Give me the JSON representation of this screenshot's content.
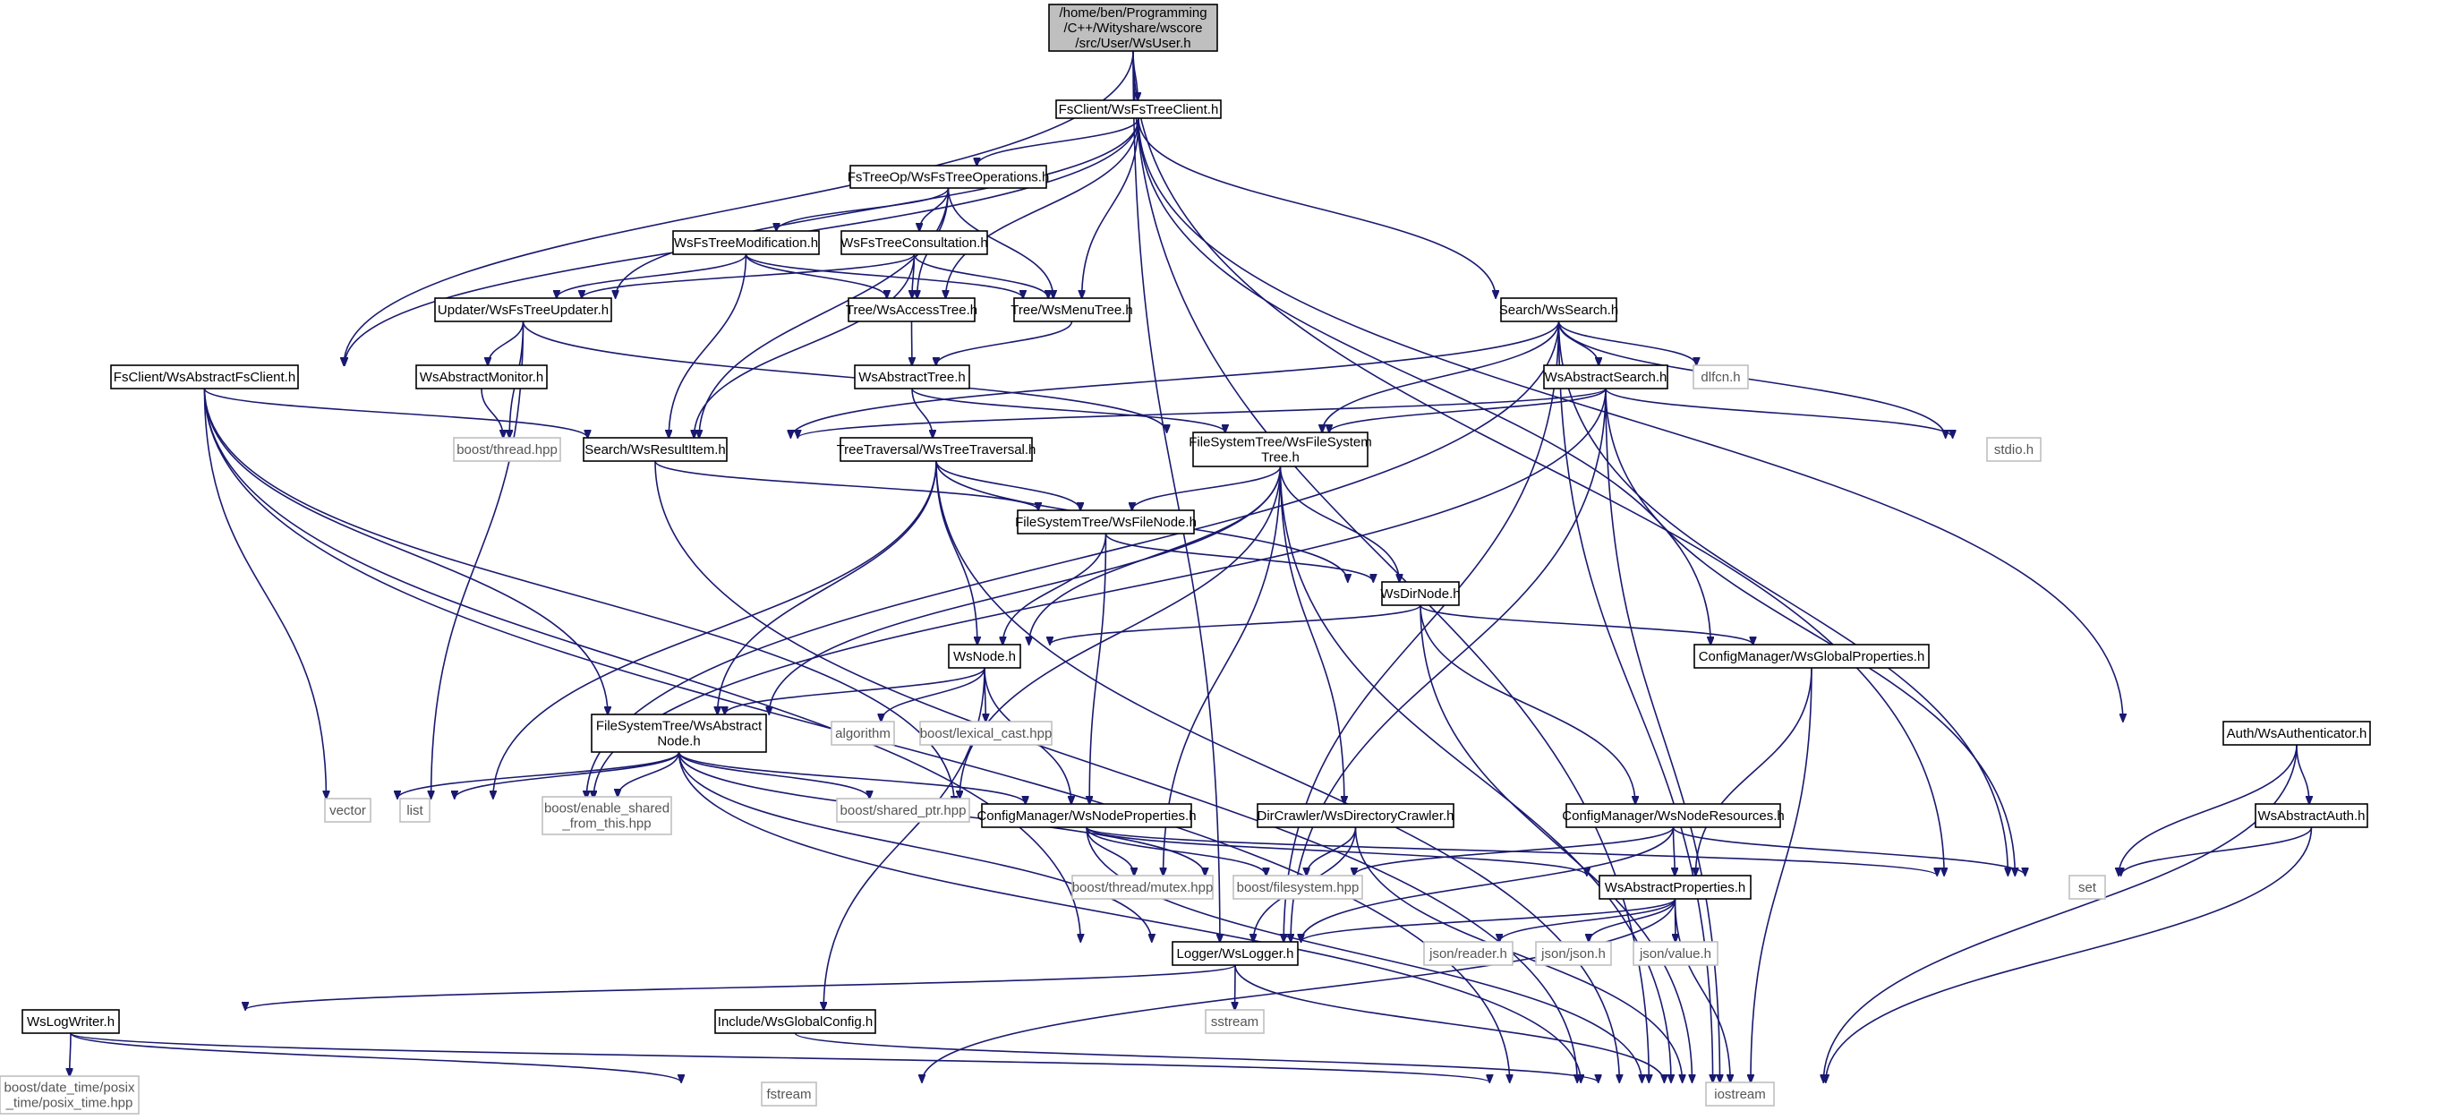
{
  "nodes": [
    {
      "id": "root",
      "lines": [
        "/home/ben/Programming",
        "/C++/Wityshare/wscore",
        "/src/User/WsUser.h"
      ],
      "kind": "root",
      "interactable": true
    },
    {
      "id": "fsclient-treeclient",
      "lines": [
        "FsClient/WsFsTreeClient.h"
      ],
      "kind": "local",
      "interactable": true
    },
    {
      "id": "fstreeop",
      "lines": [
        "FsTreeOp/WsFsTreeOperations.h"
      ],
      "kind": "local",
      "interactable": true
    },
    {
      "id": "treemodification",
      "lines": [
        "WsFsTreeModification.h"
      ],
      "kind": "local",
      "interactable": true
    },
    {
      "id": "treeconsultation",
      "lines": [
        "WsFsTreeConsultation.h"
      ],
      "kind": "local",
      "interactable": true
    },
    {
      "id": "updater",
      "lines": [
        "Updater/WsFsTreeUpdater.h"
      ],
      "kind": "local",
      "interactable": true
    },
    {
      "id": "accesstree",
      "lines": [
        "Tree/WsAccessTree.h"
      ],
      "kind": "local",
      "interactable": true
    },
    {
      "id": "menutree",
      "lines": [
        "Tree/WsMenuTree.h"
      ],
      "kind": "local",
      "interactable": true
    },
    {
      "id": "search",
      "lines": [
        "Search/WsSearch.h"
      ],
      "kind": "local",
      "interactable": true
    },
    {
      "id": "abstractfsclient",
      "lines": [
        "FsClient/WsAbstractFsClient.h"
      ],
      "kind": "local",
      "interactable": true
    },
    {
      "id": "abstractmonitor",
      "lines": [
        "WsAbstractMonitor.h"
      ],
      "kind": "local",
      "interactable": true
    },
    {
      "id": "abstracttree",
      "lines": [
        "WsAbstractTree.h"
      ],
      "kind": "local",
      "interactable": true
    },
    {
      "id": "abstractsearch",
      "lines": [
        "WsAbstractSearch.h"
      ],
      "kind": "local",
      "interactable": true
    },
    {
      "id": "dlfcn",
      "lines": [
        "dlfcn.h"
      ],
      "kind": "system",
      "interactable": false
    },
    {
      "id": "boostthread",
      "lines": [
        "boost/thread.hpp"
      ],
      "kind": "system",
      "interactable": false
    },
    {
      "id": "resultitem",
      "lines": [
        "Search/WsResultItem.h"
      ],
      "kind": "local",
      "interactable": true
    },
    {
      "id": "treetraversal",
      "lines": [
        "TreeTraversal/WsTreeTraversal.h"
      ],
      "kind": "local",
      "interactable": true
    },
    {
      "id": "filesystemtree",
      "lines": [
        "FileSystemTree/WsFileSystem",
        "Tree.h"
      ],
      "kind": "local",
      "interactable": true
    },
    {
      "id": "stdio",
      "lines": [
        "stdio.h"
      ],
      "kind": "system",
      "interactable": false
    },
    {
      "id": "filenode",
      "lines": [
        "FileSystemTree/WsFileNode.h"
      ],
      "kind": "local",
      "interactable": true
    },
    {
      "id": "dirnode",
      "lines": [
        "WsDirNode.h"
      ],
      "kind": "local",
      "interactable": true
    },
    {
      "id": "globalproperties",
      "lines": [
        "ConfigManager/WsGlobalProperties.h"
      ],
      "kind": "local",
      "interactable": true
    },
    {
      "id": "wsnode",
      "lines": [
        "WsNode.h"
      ],
      "kind": "local",
      "interactable": true
    },
    {
      "id": "algorithm",
      "lines": [
        "algorithm"
      ],
      "kind": "system",
      "interactable": false
    },
    {
      "id": "lexicalcast",
      "lines": [
        "boost/lexical_cast.hpp"
      ],
      "kind": "system",
      "interactable": false
    },
    {
      "id": "abstractnode",
      "lines": [
        "FileSystemTree/WsAbstract",
        "Node.h"
      ],
      "kind": "local",
      "interactable": true
    },
    {
      "id": "authenticator",
      "lines": [
        "Auth/WsAuthenticator.h"
      ],
      "kind": "local",
      "interactable": true
    },
    {
      "id": "vector",
      "lines": [
        "vector"
      ],
      "kind": "system",
      "interactable": false
    },
    {
      "id": "list",
      "lines": [
        "list"
      ],
      "kind": "system",
      "interactable": false
    },
    {
      "id": "enableshared",
      "lines": [
        "boost/enable_shared",
        "_from_this.hpp"
      ],
      "kind": "system",
      "interactable": false
    },
    {
      "id": "sharedptr",
      "lines": [
        "boost/shared_ptr.hpp"
      ],
      "kind": "system",
      "interactable": false
    },
    {
      "id": "nodeproperties",
      "lines": [
        "ConfigManager/WsNodeProperties.h"
      ],
      "kind": "local",
      "interactable": true
    },
    {
      "id": "dircrawler",
      "lines": [
        "DirCrawler/WsDirectoryCrawler.h"
      ],
      "kind": "local",
      "interactable": true
    },
    {
      "id": "noderesources",
      "lines": [
        "ConfigManager/WsNodeResources.h"
      ],
      "kind": "local",
      "interactable": true
    },
    {
      "id": "abstractauth",
      "lines": [
        "WsAbstractAuth.h"
      ],
      "kind": "local",
      "interactable": true
    },
    {
      "id": "threadmutex",
      "lines": [
        "boost/thread/mutex.hpp"
      ],
      "kind": "system",
      "interactable": false
    },
    {
      "id": "boostfilesystem",
      "lines": [
        "boost/filesystem.hpp"
      ],
      "kind": "system",
      "interactable": false
    },
    {
      "id": "abstractproperties",
      "lines": [
        "WsAbstractProperties.h"
      ],
      "kind": "local",
      "interactable": true
    },
    {
      "id": "set",
      "lines": [
        "set"
      ],
      "kind": "system",
      "interactable": false
    },
    {
      "id": "logger",
      "lines": [
        "Logger/WsLogger.h"
      ],
      "kind": "local",
      "interactable": true
    },
    {
      "id": "jsonreader",
      "lines": [
        "json/reader.h"
      ],
      "kind": "system",
      "interactable": false
    },
    {
      "id": "jsonjson",
      "lines": [
        "json/json.h"
      ],
      "kind": "system",
      "interactable": false
    },
    {
      "id": "jsonvalue",
      "lines": [
        "json/value.h"
      ],
      "kind": "system",
      "interactable": false
    },
    {
      "id": "sstream",
      "lines": [
        "sstream"
      ],
      "kind": "system",
      "interactable": false
    },
    {
      "id": "logwriter",
      "lines": [
        "WsLogWriter.h"
      ],
      "kind": "local",
      "interactable": true
    },
    {
      "id": "globalconfig",
      "lines": [
        "Include/WsGlobalConfig.h"
      ],
      "kind": "local",
      "interactable": true
    },
    {
      "id": "posixtime",
      "lines": [
        "boost/date_time/posix",
        "_time/posix_time.hpp"
      ],
      "kind": "system",
      "interactable": false
    },
    {
      "id": "fstream",
      "lines": [
        "fstream"
      ],
      "kind": "system",
      "interactable": false
    },
    {
      "id": "iostream",
      "lines": [
        "iostream"
      ],
      "kind": "system",
      "interactable": false
    }
  ],
  "edges": [
    [
      "root",
      "fsclient-treeclient"
    ],
    [
      "root",
      "abstractfsclient"
    ],
    [
      "root",
      "logger"
    ],
    [
      "root",
      "set"
    ],
    [
      "root",
      "iostream"
    ],
    [
      "fsclient-treeclient",
      "fstreeop"
    ],
    [
      "fsclient-treeclient",
      "updater"
    ],
    [
      "fsclient-treeclient",
      "accesstree"
    ],
    [
      "fsclient-treeclient",
      "menutree"
    ],
    [
      "fsclient-treeclient",
      "search"
    ],
    [
      "fsclient-treeclient",
      "abstractfsclient"
    ],
    [
      "fsclient-treeclient",
      "globalproperties"
    ],
    [
      "fsclient-treeclient",
      "authenticator"
    ],
    [
      "fstreeop",
      "treemodification"
    ],
    [
      "fstreeop",
      "treeconsultation"
    ],
    [
      "fstreeop",
      "accesstree"
    ],
    [
      "fstreeop",
      "menutree"
    ],
    [
      "fstreeop",
      "resultitem"
    ],
    [
      "treemodification",
      "updater"
    ],
    [
      "treemodification",
      "accesstree"
    ],
    [
      "treemodification",
      "menutree"
    ],
    [
      "treemodification",
      "resultitem"
    ],
    [
      "treeconsultation",
      "updater"
    ],
    [
      "treeconsultation",
      "accesstree"
    ],
    [
      "treeconsultation",
      "menutree"
    ],
    [
      "treeconsultation",
      "resultitem"
    ],
    [
      "updater",
      "abstractmonitor"
    ],
    [
      "updater",
      "boostthread"
    ],
    [
      "updater",
      "filesystemtree"
    ],
    [
      "updater",
      "list"
    ],
    [
      "abstractmonitor",
      "boostthread"
    ],
    [
      "accesstree",
      "abstracttree"
    ],
    [
      "menutree",
      "abstracttree"
    ],
    [
      "abstracttree",
      "treetraversal"
    ],
    [
      "abstracttree",
      "filesystemtree"
    ],
    [
      "search",
      "abstractsearch"
    ],
    [
      "search",
      "resultitem"
    ],
    [
      "search",
      "filesystemtree"
    ],
    [
      "search",
      "dlfcn"
    ],
    [
      "search",
      "stdio"
    ],
    [
      "search",
      "set"
    ],
    [
      "search",
      "logger"
    ],
    [
      "search",
      "iostream"
    ],
    [
      "search",
      "list"
    ],
    [
      "abstractsearch",
      "resultitem"
    ],
    [
      "abstractsearch",
      "filesystemtree"
    ],
    [
      "abstractsearch",
      "stdio"
    ],
    [
      "abstractsearch",
      "set"
    ],
    [
      "abstractsearch",
      "logger"
    ],
    [
      "abstractsearch",
      "iostream"
    ],
    [
      "abstractsearch",
      "list"
    ],
    [
      "abstractfsclient",
      "resultitem"
    ],
    [
      "abstractfsclient",
      "abstractnode"
    ],
    [
      "abstractfsclient",
      "vector"
    ],
    [
      "abstractfsclient",
      "logger"
    ],
    [
      "abstractfsclient",
      "iostream"
    ],
    [
      "abstractfsclient",
      "nodeproperties"
    ],
    [
      "resultitem",
      "filenode"
    ],
    [
      "resultitem",
      "iostream"
    ],
    [
      "treetraversal",
      "filenode"
    ],
    [
      "treetraversal",
      "dirnode"
    ],
    [
      "treetraversal",
      "wsnode"
    ],
    [
      "treetraversal",
      "abstractnode"
    ],
    [
      "treetraversal",
      "list"
    ],
    [
      "treetraversal",
      "iostream"
    ],
    [
      "filesystemtree",
      "filenode"
    ],
    [
      "filesystemtree",
      "dirnode"
    ],
    [
      "filesystemtree",
      "wsnode"
    ],
    [
      "filesystemtree",
      "abstractnode"
    ],
    [
      "filesystemtree",
      "dircrawler"
    ],
    [
      "filesystemtree",
      "sharedptr"
    ],
    [
      "filesystemtree",
      "threadmutex"
    ],
    [
      "filesystemtree",
      "iostream"
    ],
    [
      "filenode",
      "dirnode"
    ],
    [
      "filenode",
      "wsnode"
    ],
    [
      "filenode",
      "nodeproperties"
    ],
    [
      "dirnode",
      "wsnode"
    ],
    [
      "dirnode",
      "globalproperties"
    ],
    [
      "dirnode",
      "noderesources"
    ],
    [
      "dirnode",
      "iostream"
    ],
    [
      "wsnode",
      "abstractnode"
    ],
    [
      "wsnode",
      "algorithm"
    ],
    [
      "wsnode",
      "lexicalcast"
    ],
    [
      "wsnode",
      "nodeproperties"
    ],
    [
      "wsnode",
      "globalconfig"
    ],
    [
      "abstractnode",
      "vector"
    ],
    [
      "abstractnode",
      "list"
    ],
    [
      "abstractnode",
      "enableshared"
    ],
    [
      "abstractnode",
      "sharedptr"
    ],
    [
      "abstractnode",
      "nodeproperties"
    ],
    [
      "abstractnode",
      "boostfilesystem"
    ],
    [
      "abstractnode",
      "logger"
    ],
    [
      "abstractnode",
      "iostream"
    ],
    [
      "globalproperties",
      "abstractproperties"
    ],
    [
      "globalproperties",
      "iostream"
    ],
    [
      "authenticator",
      "abstractauth"
    ],
    [
      "authenticator",
      "set"
    ],
    [
      "authenticator",
      "iostream"
    ],
    [
      "abstractauth",
      "set"
    ],
    [
      "abstractauth",
      "iostream"
    ],
    [
      "nodeproperties",
      "threadmutex"
    ],
    [
      "nodeproperties",
      "boostfilesystem"
    ],
    [
      "nodeproperties",
      "abstractproperties"
    ],
    [
      "nodeproperties",
      "set"
    ],
    [
      "nodeproperties",
      "iostream"
    ],
    [
      "dircrawler",
      "boostfilesystem"
    ],
    [
      "dircrawler",
      "logger"
    ],
    [
      "dircrawler",
      "iostream"
    ],
    [
      "noderesources",
      "abstractproperties"
    ],
    [
      "noderesources",
      "boostfilesystem"
    ],
    [
      "noderesources",
      "set"
    ],
    [
      "noderesources",
      "logger"
    ],
    [
      "abstractproperties",
      "logger"
    ],
    [
      "abstractproperties",
      "jsonreader"
    ],
    [
      "abstractproperties",
      "jsonjson"
    ],
    [
      "abstractproperties",
      "jsonvalue"
    ],
    [
      "abstractproperties",
      "fstream"
    ],
    [
      "abstractproperties",
      "iostream"
    ],
    [
      "logger",
      "logwriter"
    ],
    [
      "logger",
      "sstream"
    ],
    [
      "logger",
      "iostream"
    ],
    [
      "logwriter",
      "posixtime"
    ],
    [
      "logwriter",
      "fstream"
    ],
    [
      "logwriter",
      "iostream"
    ],
    [
      "globalconfig",
      "iostream"
    ]
  ]
}
